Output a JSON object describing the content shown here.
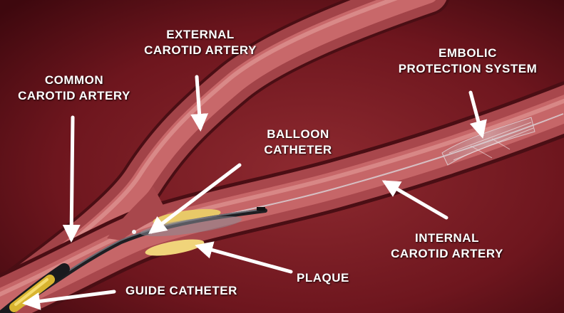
{
  "colors": {
    "background": "#7a1a22",
    "artery": "#b8565a",
    "plaque": "#e6c566",
    "catheter": "#2a2a2e",
    "guide_catheter_tip": "#d8b430",
    "label": "#ffffff"
  },
  "labels": {
    "external_carotid": {
      "line1": "EXTERNAL",
      "line2": "CAROTID ARTERY"
    },
    "common_carotid": {
      "line1": "COMMON",
      "line2": "CAROTID ARTERY"
    },
    "embolic_protection": {
      "line1": "EMBOLIC",
      "line2": "PROTECTION SYSTEM"
    },
    "balloon_catheter": {
      "line1": "BALLOON",
      "line2": "CATHETER"
    },
    "internal_carotid": {
      "line1": "INTERNAL",
      "line2": "CAROTID ARTERY"
    },
    "plaque": "PLAQUE",
    "guide_catheter": "GUIDE CATHETER"
  }
}
